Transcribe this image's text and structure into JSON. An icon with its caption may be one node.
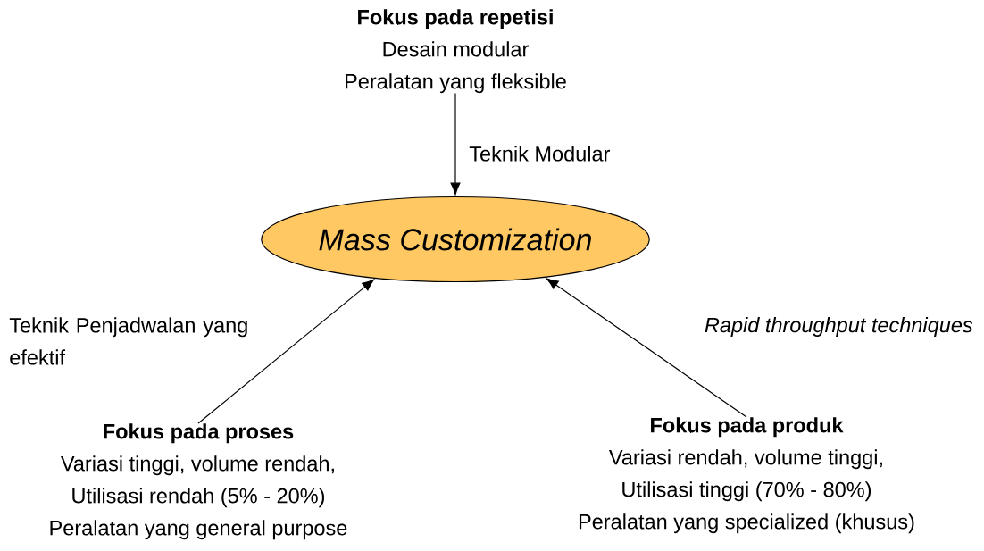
{
  "diagram": {
    "nodes": [
      {
        "text": [
          "Mass Customization"
        ]
      },
      {
        "text": [
          "Fokus pada repetisi",
          "Desain modular",
          "Peralatan yang fleksible"
        ]
      },
      {
        "text": [
          "Fokus pada proses",
          "Variasi tinggi, volume rendah,",
          "Utilisasi rendah (5% - 20%)",
          "Peralatan yang general purpose"
        ]
      },
      {
        "text": [
          "Fokus pada produk",
          "Variasi rendah, volume tinggi,",
          "Utilisasi tinggi (70% - 80%)",
          "Peralatan yang specialized (khusus)"
        ]
      }
    ],
    "edges": [
      {
        "from": 1,
        "to": 0,
        "arrow": "to",
        "label": "Teknik Modular"
      },
      {
        "from": 2,
        "to": 0,
        "arrow": "to",
        "label": "Teknik Penjadwalan yang efektif"
      },
      {
        "from": 3,
        "to": 0,
        "arrow": "to",
        "label": "Rapid throughput techniques"
      }
    ]
  }
}
